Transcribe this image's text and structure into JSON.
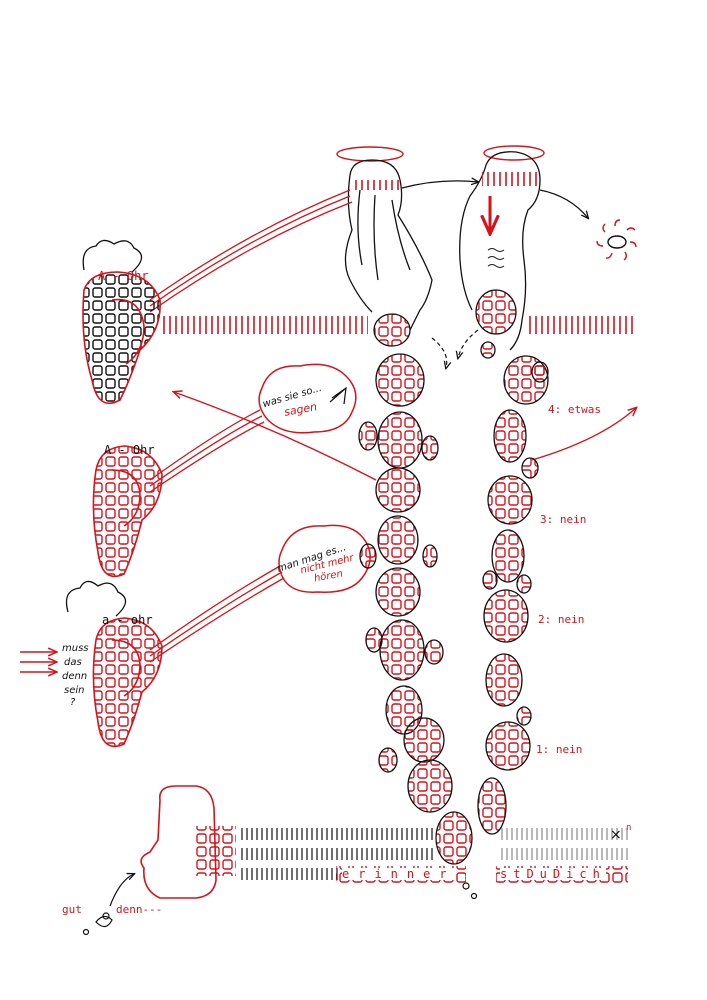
{
  "colors": {
    "ink": "#111111",
    "accent": "#d8121b",
    "paper": "#ffffff",
    "grey": "#8a8a8a"
  },
  "ears": {
    "top": "A - Ohr",
    "middle": "A - Ohr",
    "bottom": "a - ohr"
  },
  "bubbles": {
    "first_line1": "was sie so...",
    "first_line2": "sagen",
    "second_line1": "man mag es...",
    "second_line2": "nicht mehr",
    "second_line3": "hören"
  },
  "side_question": {
    "line1": "muss",
    "line2": "das",
    "line3": "denn",
    "line4": "sein",
    "line5": "?"
  },
  "steps": {
    "four": "4: etwas",
    "three": "3: nein",
    "two": "2: nein",
    "one": "1: nein"
  },
  "bottom": {
    "word_left": "erinner",
    "word_right": "stDuDich",
    "mark": "×",
    "superscript": "n",
    "gut": "gut",
    "denn": "denn---"
  },
  "icons": [
    "halo-icon",
    "sun-icon",
    "checkered-tile-pattern",
    "mouse-ear-icon",
    "dotted-arrow-icon"
  ]
}
